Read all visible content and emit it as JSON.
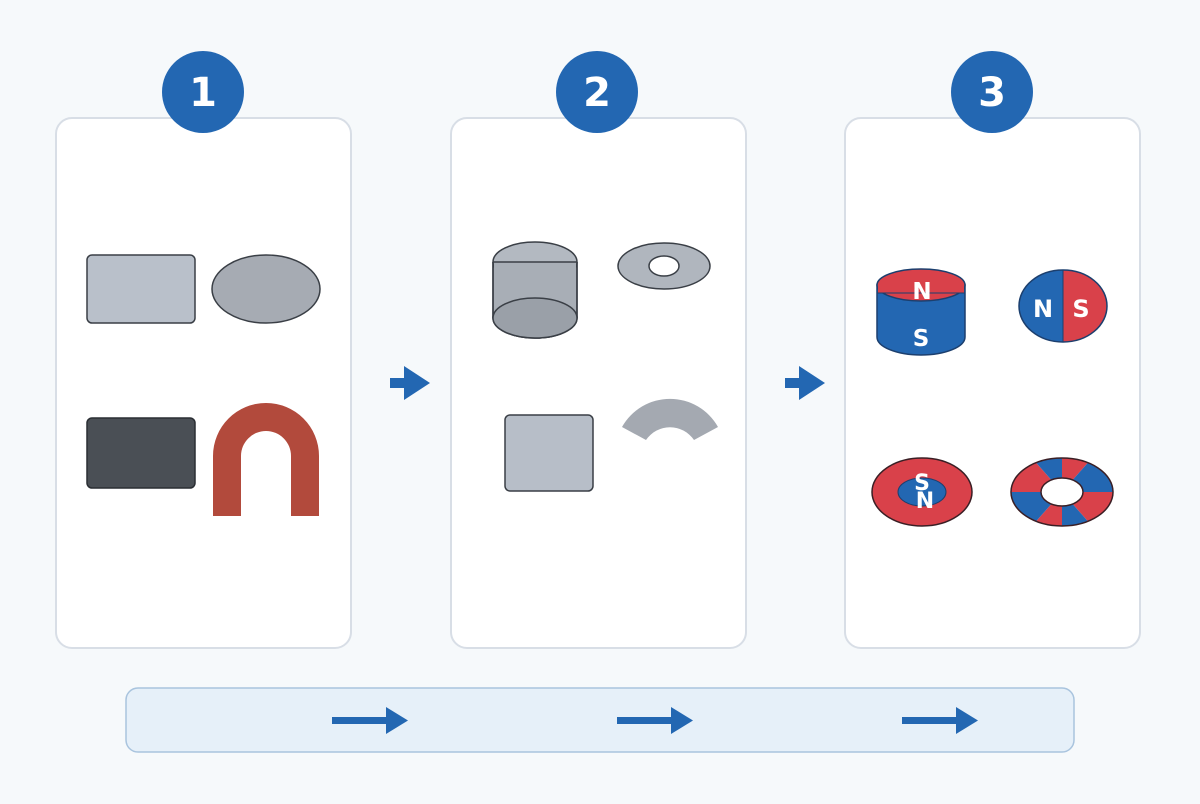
{
  "colors": {
    "background": "#f6f9fb",
    "panel_fill": "#ffffff",
    "panel_border": "#d8dee6",
    "accent_blue": "#2367b2",
    "pole_red": "#d9414a",
    "steel_light": "#b7bec8",
    "steel_mid": "#a4a9b1",
    "steel_dark": "#4a4f55",
    "horseshoe": "#b24a3c",
    "bottom_bar_fill": "#e6f0f9",
    "bottom_bar_border": "#a9c4de"
  },
  "steps": [
    {
      "number": "1"
    },
    {
      "number": "2"
    },
    {
      "number": "3"
    }
  ],
  "poles": {
    "north": "N",
    "south": "S"
  }
}
